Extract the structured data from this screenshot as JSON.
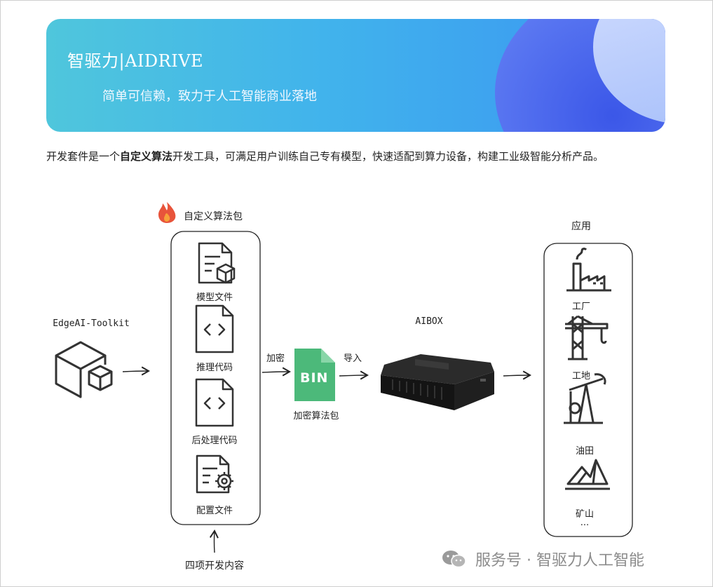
{
  "banner": {
    "title": "智驱力|AIDRIVE",
    "subtitle": "简单可信赖，致力于人工智能商业落地"
  },
  "intro": {
    "prefix": "开发套件是一个",
    "highlight": "自定义算法",
    "suffix": "开发工具，可满足用户训练自己专有模型，快速适配到算力设备，构建工业级智能分析产品。"
  },
  "diagram": {
    "toolkit_label": "EdgeAI-Toolkit",
    "package": {
      "title": "自定义算法包",
      "items": [
        "模型文件",
        "推理代码",
        "后处理代码",
        "配置文件"
      ],
      "footer": "四项开发内容"
    },
    "encrypt_label": "加密",
    "bin_text": "BIN",
    "bin_caption": "加密算法包",
    "import_label": "导入",
    "aibox_label": "AIBOX",
    "apps": {
      "title": "应用",
      "items": [
        "工厂",
        "工地",
        "油田",
        "矿山"
      ],
      "more": "..."
    }
  },
  "watermark": {
    "text": "服务号 · 智驱力人工智能"
  },
  "colors": {
    "bin_green": "#4cb97a",
    "fire": "#e8543b"
  }
}
